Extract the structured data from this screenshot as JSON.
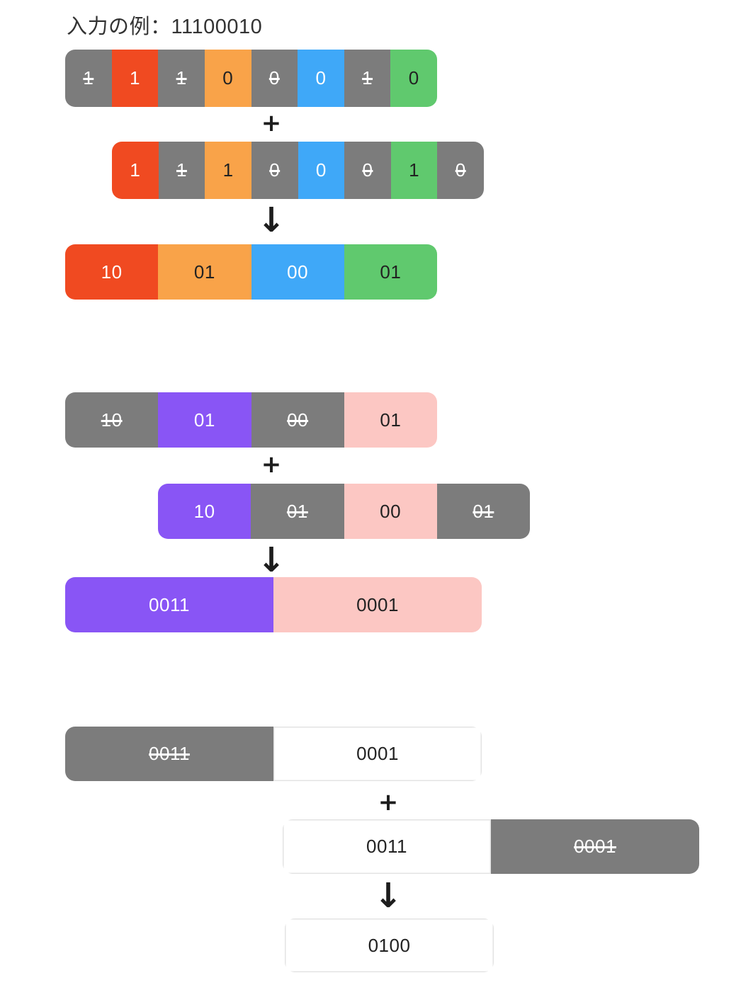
{
  "title": "入力の例：11100010",
  "operators": {
    "plus": "+",
    "arrow": "↓"
  },
  "palette": {
    "red": "#F04A21",
    "orange": "#F9A349",
    "blue": "#3FA8F8",
    "green": "#60C96E",
    "gray": "#7C7C7C",
    "purple": "#8955F5",
    "pink": "#FCC7C3",
    "white": "#FFFFFF",
    "dark_text": "#222222",
    "light_text": "#FFFFFF",
    "title_text": "#333333"
  },
  "groups": [
    {
      "row_a": {
        "cells": [
          {
            "text": "1",
            "color": "gray",
            "struck": true
          },
          {
            "text": "1",
            "color": "red",
            "struck": false
          },
          {
            "text": "1",
            "color": "gray",
            "struck": true
          },
          {
            "text": "0",
            "color": "orange",
            "struck": false
          },
          {
            "text": "0",
            "color": "gray",
            "struck": true
          },
          {
            "text": "0",
            "color": "blue",
            "struck": false
          },
          {
            "text": "1",
            "color": "gray",
            "struck": true
          },
          {
            "text": "0",
            "color": "green",
            "struck": false
          }
        ]
      },
      "row_b": {
        "cells": [
          {
            "text": "1",
            "color": "red",
            "struck": false
          },
          {
            "text": "1",
            "color": "gray",
            "struck": true
          },
          {
            "text": "1",
            "color": "orange",
            "struck": false
          },
          {
            "text": "0",
            "color": "gray",
            "struck": true
          },
          {
            "text": "0",
            "color": "blue",
            "struck": false
          },
          {
            "text": "0",
            "color": "gray",
            "struck": true
          },
          {
            "text": "1",
            "color": "green",
            "struck": false
          },
          {
            "text": "0",
            "color": "gray",
            "struck": true
          }
        ]
      },
      "result": {
        "cells": [
          {
            "text": "10",
            "color": "red",
            "struck": false
          },
          {
            "text": "01",
            "color": "orange",
            "struck": false
          },
          {
            "text": "00",
            "color": "blue",
            "struck": false
          },
          {
            "text": "01",
            "color": "green",
            "struck": false
          }
        ]
      }
    },
    {
      "row_a": {
        "cells": [
          {
            "text": "10",
            "color": "gray",
            "struck": true
          },
          {
            "text": "01",
            "color": "purple",
            "struck": false
          },
          {
            "text": "00",
            "color": "gray",
            "struck": true
          },
          {
            "text": "01",
            "color": "pink",
            "struck": false
          }
        ]
      },
      "row_b": {
        "cells": [
          {
            "text": "10",
            "color": "purple",
            "struck": false
          },
          {
            "text": "01",
            "color": "gray",
            "struck": true
          },
          {
            "text": "00",
            "color": "pink",
            "struck": false
          },
          {
            "text": "01",
            "color": "gray",
            "struck": true
          }
        ]
      },
      "result": {
        "cells": [
          {
            "text": "0011",
            "color": "purple",
            "struck": false
          },
          {
            "text": "0001",
            "color": "pink",
            "struck": false
          }
        ]
      }
    },
    {
      "row_a": {
        "cells": [
          {
            "text": "0011",
            "color": "gray",
            "struck": true
          },
          {
            "text": "0001",
            "color": "white",
            "struck": false
          }
        ]
      },
      "row_b": {
        "cells": [
          {
            "text": "0011",
            "color": "white",
            "struck": false
          },
          {
            "text": "0001",
            "color": "gray",
            "struck": true
          }
        ]
      },
      "result": {
        "cells": [
          {
            "text": "0100",
            "color": "white",
            "struck": false
          }
        ]
      }
    }
  ]
}
